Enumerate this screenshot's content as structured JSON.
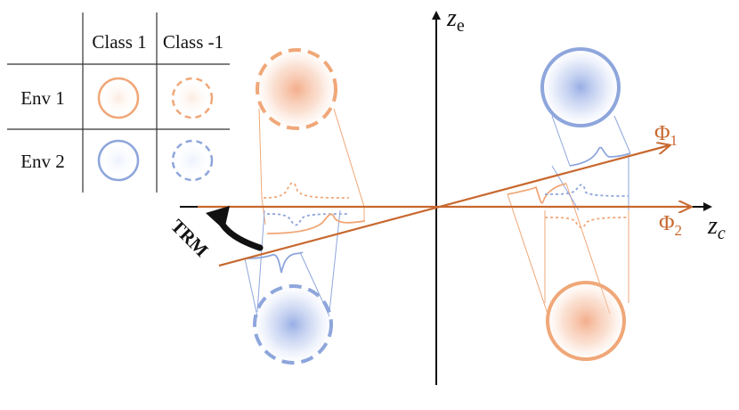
{
  "legend": {
    "col_headers": [
      "Class 1",
      "Class -1"
    ],
    "row_headers": [
      "Env 1",
      "Env 2"
    ]
  },
  "axes": {
    "vertical": {
      "base": "z",
      "sub": "e"
    },
    "horizontal": {
      "base": "z",
      "sub": "c"
    }
  },
  "phis": [
    {
      "base": "Φ",
      "sub": "1"
    },
    {
      "base": "Φ",
      "sub": "2"
    }
  ],
  "arrow_label": "TRM",
  "colors": {
    "orange": "#f0a778",
    "blue": "#8ea6dc",
    "axis_line": "#c8682e",
    "axis": "#111111"
  }
}
